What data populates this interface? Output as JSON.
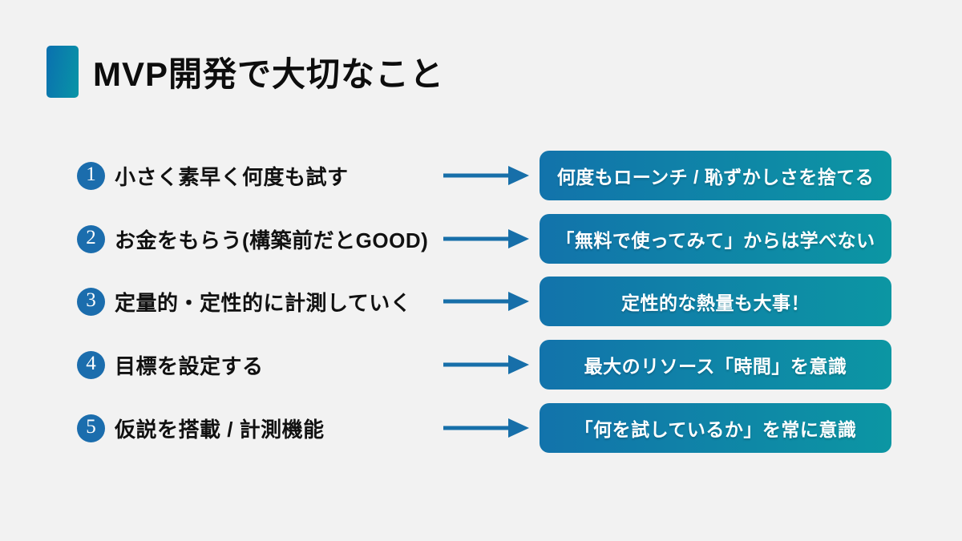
{
  "slide": {
    "title": "MVP開発で大切なこと",
    "colors": {
      "background": "#f2f2f2",
      "badge": "#1b6dad",
      "arrow": "#176fa9",
      "box_from": "#1273ab",
      "box_to": "#0c96a3",
      "accent_from": "#0a70af",
      "accent_to": "#0995a6",
      "title_text": "#0d0d0d",
      "box_text": "#ffffff"
    },
    "rows": [
      {
        "number": "1",
        "label": "小さく素早く何度も試す",
        "result": "何度もローンチ / 恥ずかしさを捨てる"
      },
      {
        "number": "2",
        "label": "お金をもらう(構築前だとGOOD)",
        "result": "「無料で使ってみて」からは学べない"
      },
      {
        "number": "3",
        "label": "定量的・定性的に計測していく",
        "result": "定性的な熱量も大事！"
      },
      {
        "number": "4",
        "label": "目標を設定する",
        "result": "最大のリソース「時間」を意識"
      },
      {
        "number": "5",
        "label": "仮説を搭載 / 計測機能",
        "result": "「何を試しているか」を常に意識"
      }
    ]
  }
}
